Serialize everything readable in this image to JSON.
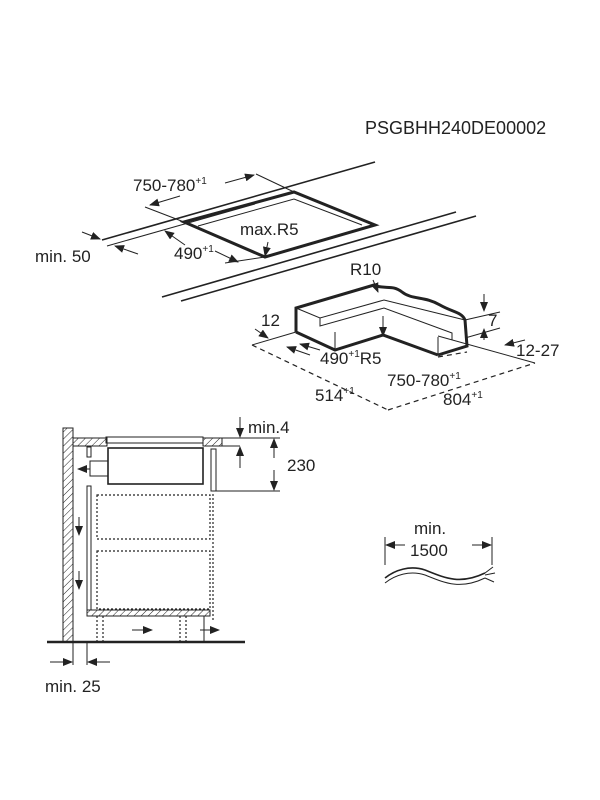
{
  "document_code": "PSGBHH240DE00002",
  "cutout_view": {
    "width_label": "750-780",
    "width_tol": "+1",
    "depth_label": "490",
    "depth_tol": "+1",
    "radius_label": "max.R5",
    "edge_label": "min. 50"
  },
  "frame_view": {
    "outer_radius": "R10",
    "frame_width": "12",
    "frame_height": "7",
    "worktop_range": "12-27",
    "depth_label": "490",
    "depth_tol": "+1",
    "inner_radius": "R5",
    "width_label": "750-780",
    "width_tol": "+1",
    "outer_depth": "514",
    "outer_depth_tol": "+1",
    "outer_width": "804",
    "outer_width_tol": "+1"
  },
  "section_view": {
    "gap_label": "min.4",
    "height_label": "230",
    "wall_gap_label": "min. 25"
  },
  "cable_view": {
    "min_label": "min.",
    "length_label": "1500"
  }
}
